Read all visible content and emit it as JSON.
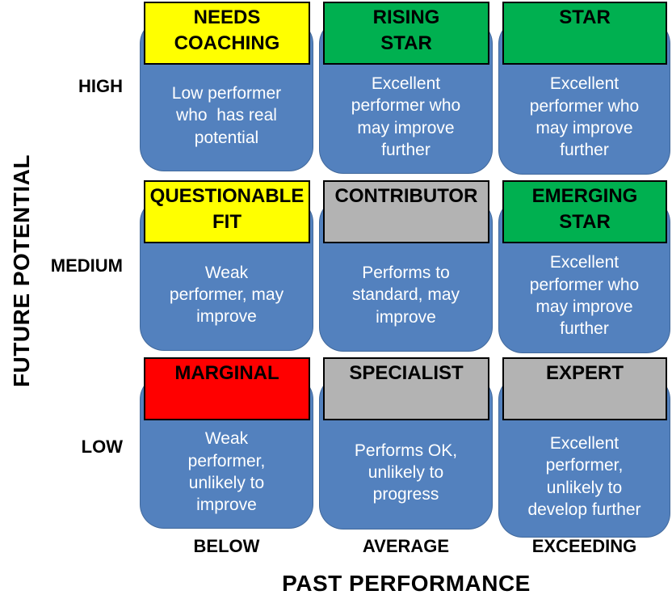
{
  "matrix": {
    "y_axis_title": "FUTURE POTENTIAL",
    "x_axis_title": "PAST PERFORMANCE",
    "row_labels": [
      "HIGH",
      "MEDIUM",
      "LOW"
    ],
    "col_labels": [
      "BELOW",
      "AVERAGE",
      "EXCEEDING"
    ],
    "colors": {
      "body_blue": "#5381BE",
      "header_border": "#000000",
      "yellow": "#FFFF00",
      "green": "#00B050",
      "red": "#FF0000",
      "gray": "#B3B3B3",
      "body_text": "#FFFFFF",
      "header_text": "#000000"
    },
    "cells": [
      {
        "title": "NEEDS\nCOACHING",
        "header_color": "#FFFF00",
        "description": "Low performer\nwho  has real\npotential"
      },
      {
        "title": "RISING\nSTAR",
        "header_color": "#00B050",
        "description": "Excellent\nperformer who\nmay improve\nfurther"
      },
      {
        "title": "STAR",
        "header_color": "#00B050",
        "description": "Excellent\nperformer who\nmay improve\nfurther"
      },
      {
        "title": "QUESTIONABLE\nFIT",
        "header_color": "#FFFF00",
        "description": "Weak\nperformer, may\nimprove"
      },
      {
        "title": "CONTRIBUTOR",
        "header_color": "#B3B3B3",
        "description": "Performs to\nstandard, may\nimprove"
      },
      {
        "title": "EMERGING\nSTAR",
        "header_color": "#00B050",
        "description": "Excellent\nperformer who\nmay improve\nfurther"
      },
      {
        "title": "MARGINAL",
        "header_color": "#FF0000",
        "description": "Weak\nperformer,\nunlikely to\nimprove"
      },
      {
        "title": "SPECIALIST",
        "header_color": "#B3B3B3",
        "description": "Performs OK,\nunlikely to\nprogress"
      },
      {
        "title": "EXPERT",
        "header_color": "#B3B3B3",
        "description": "Excellent\nperformer,\nunlikely to\ndevelop further"
      }
    ]
  }
}
